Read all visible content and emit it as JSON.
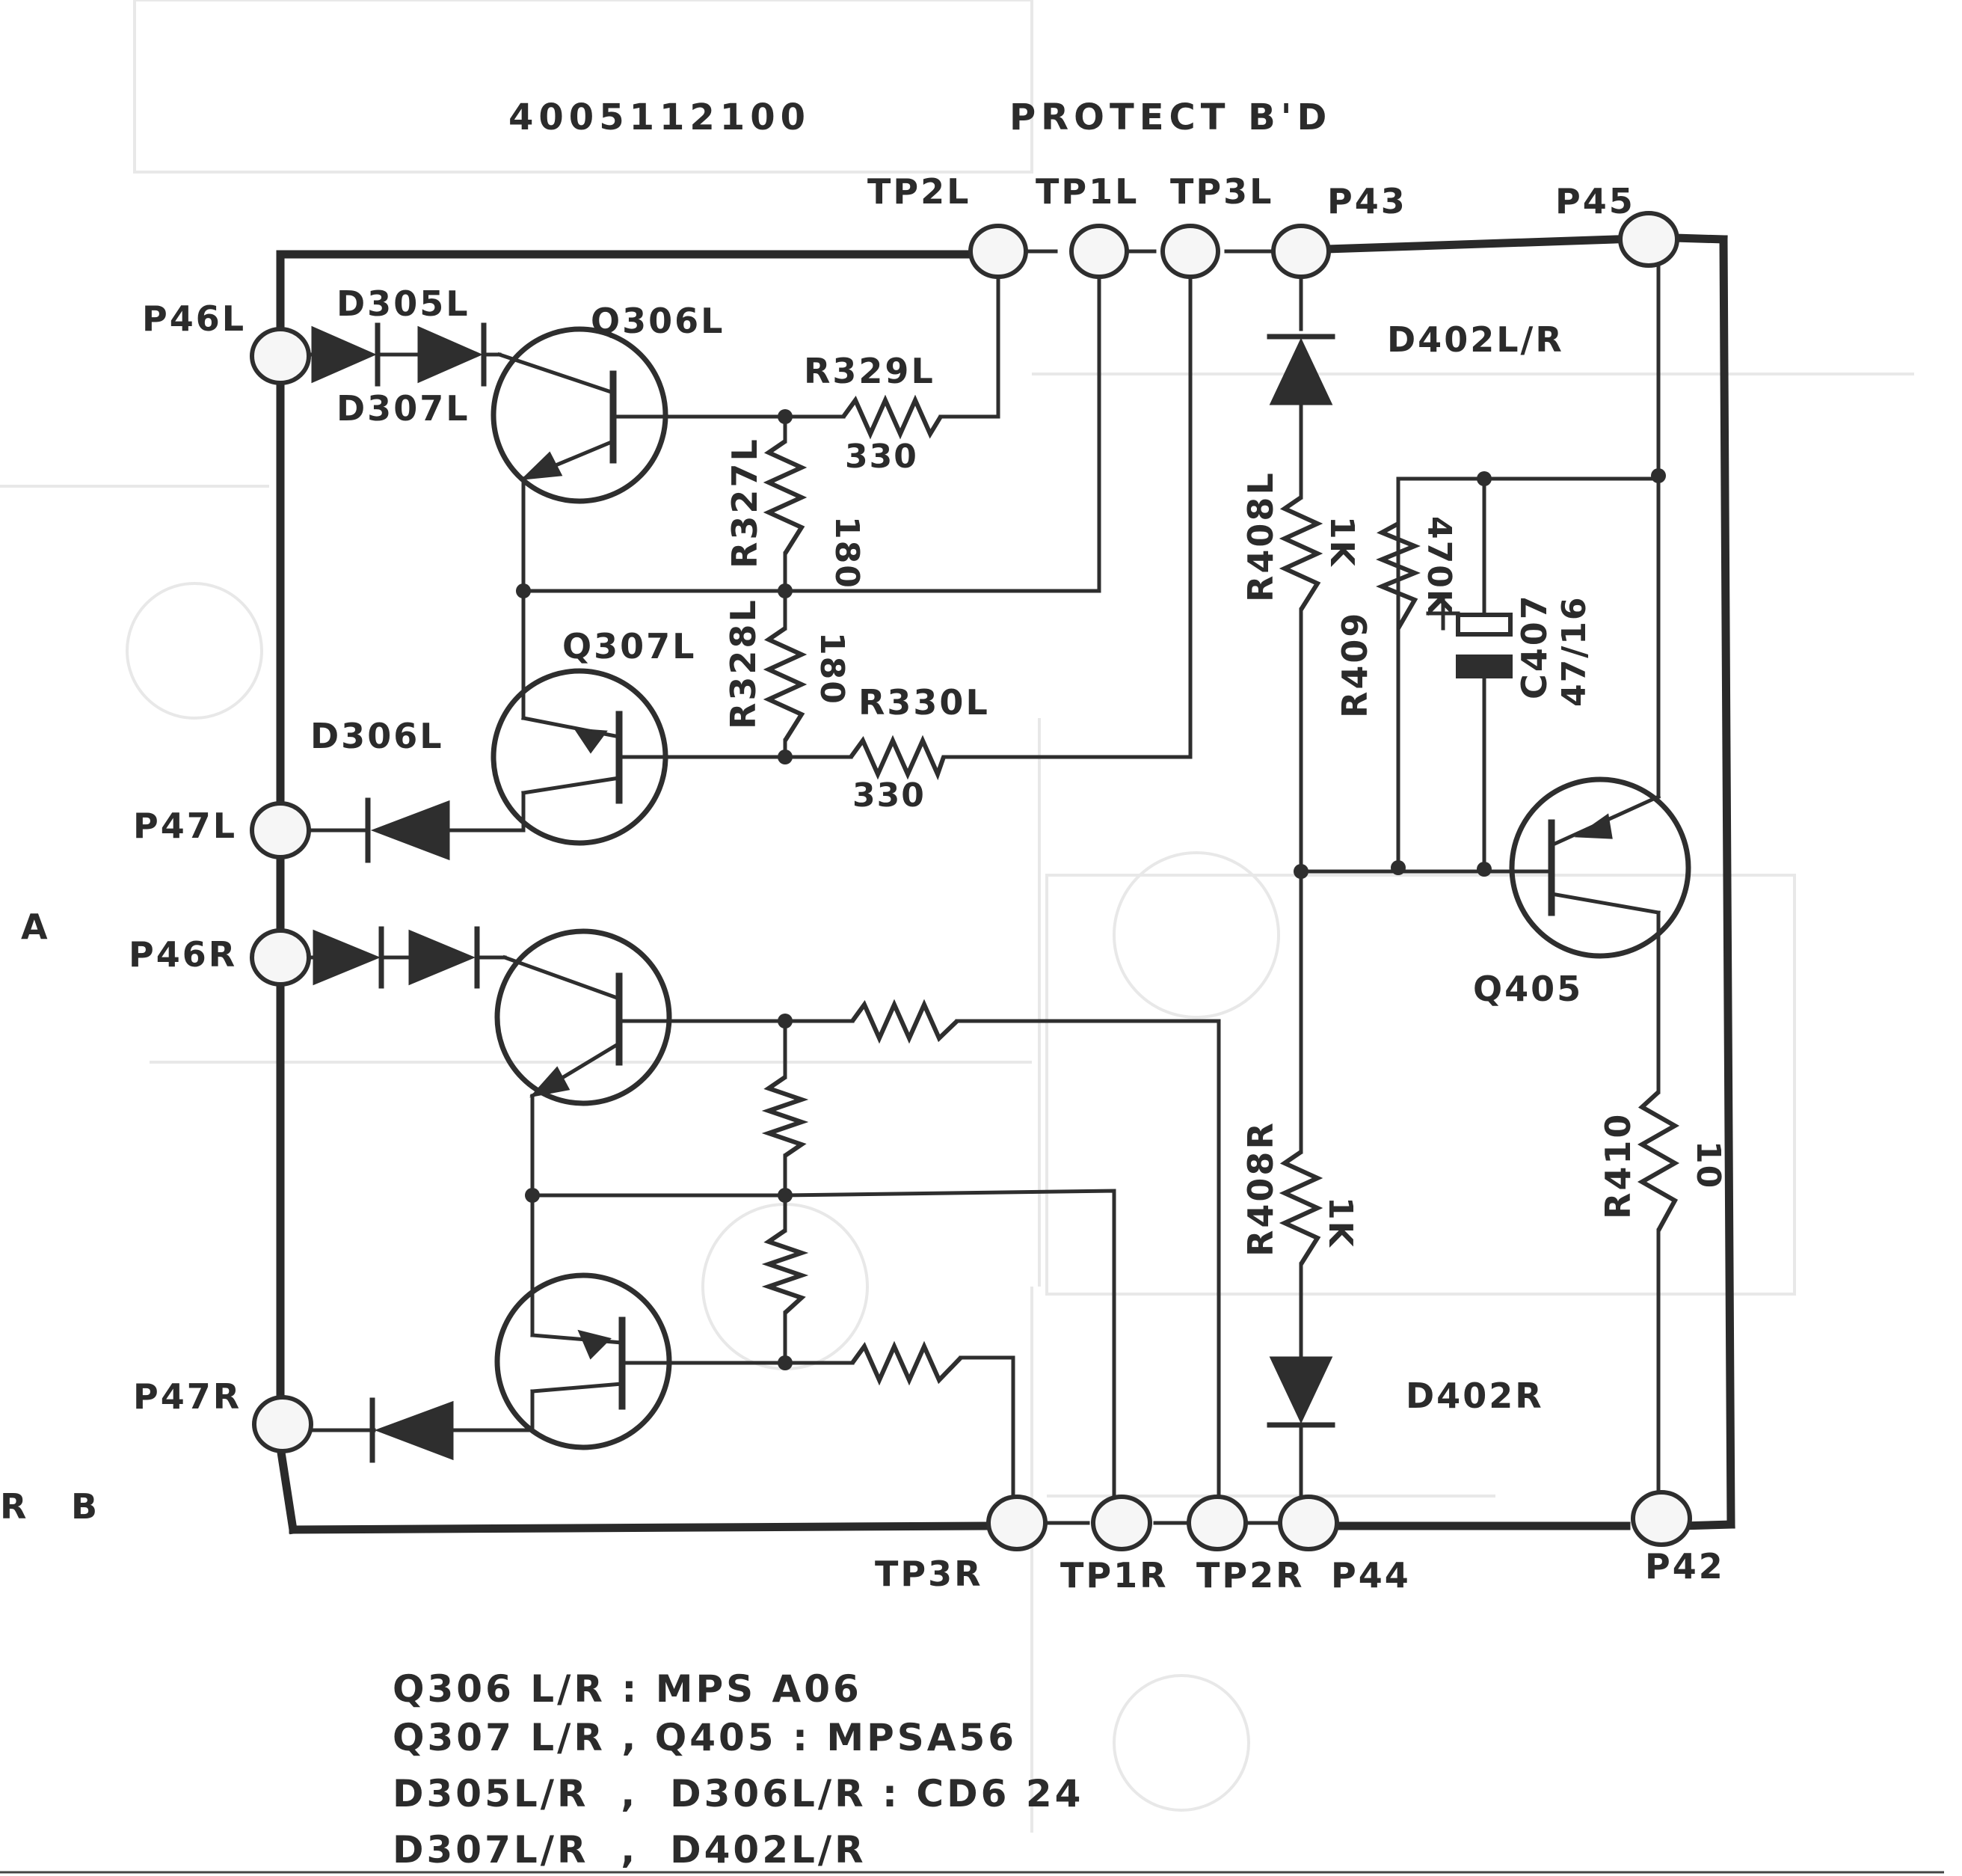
{
  "header": {
    "part_number": "4005112100",
    "title": "PROTECT  B'D"
  },
  "pads": {
    "tp2l": "TP2L",
    "tp1l": "TP1L",
    "tp3l": "TP3L",
    "p43": "P43",
    "p45": "P45",
    "p46l": "P46L",
    "p47l": "P47L",
    "p46r": "P46R",
    "p47r": "P47R",
    "tp3r": "TP3R",
    "tp1r": "TP1R",
    "tp2r": "TP2R",
    "p44": "P44",
    "p42": "P42"
  },
  "components": {
    "d305l": "D305L",
    "d307l": "D307L",
    "q306l": "Q306L",
    "q307l": "Q307L",
    "d306l": "D306L",
    "r329l": "R329L",
    "r329l_val": "330",
    "r327l": "R327L",
    "r327l_val": "180",
    "r328l": "R328L",
    "r328l_val": "180",
    "r330l": "R330L",
    "r330l_val": "330",
    "d402lr": "D402L/R",
    "r408l": "R408L",
    "r408l_val": "1K",
    "r409": "R409",
    "r409_val": "470K",
    "c407": "C407",
    "c407_val": "47/16",
    "q405": "Q405",
    "r408r": "R408R",
    "r408r_val": "1K",
    "d402r": "D402R",
    "r410": "R410",
    "r410_val": "10"
  },
  "edge_labels": {
    "a": "A",
    "r": "R",
    "b": "B"
  },
  "notes": [
    "Q306 L/R : MPS A06",
    "Q307 L/R , Q405 : MPSA56",
    "D305L/R  ,  D306L/R : CD6 24",
    "D307L/R  ,  D402L/R"
  ],
  "colors": {
    "ink": "#2e2e2e",
    "paper": "#ffffff",
    "ghost": "#e6e6e6"
  }
}
